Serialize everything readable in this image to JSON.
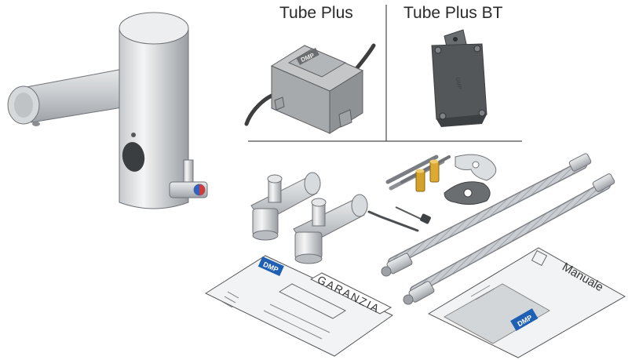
{
  "products": {
    "tube_plus": {
      "label": "Tube Plus"
    },
    "tube_plus_bt": {
      "label": "Tube Plus BT"
    }
  },
  "brand": {
    "logo_text": "DMP"
  },
  "documents": {
    "warranty_card": {
      "title": "GARANZIA"
    },
    "manual": {
      "title": "Manuale"
    }
  },
  "colors": {
    "steel_light": "#e4e6e8",
    "steel_mid": "#b9bdc1",
    "steel_dark": "#7e8286",
    "plastic_dark": "#4a4d50",
    "brass": "#d4a12a",
    "brand_blue": "#1f5fb4",
    "outline": "#3a3a3a"
  }
}
